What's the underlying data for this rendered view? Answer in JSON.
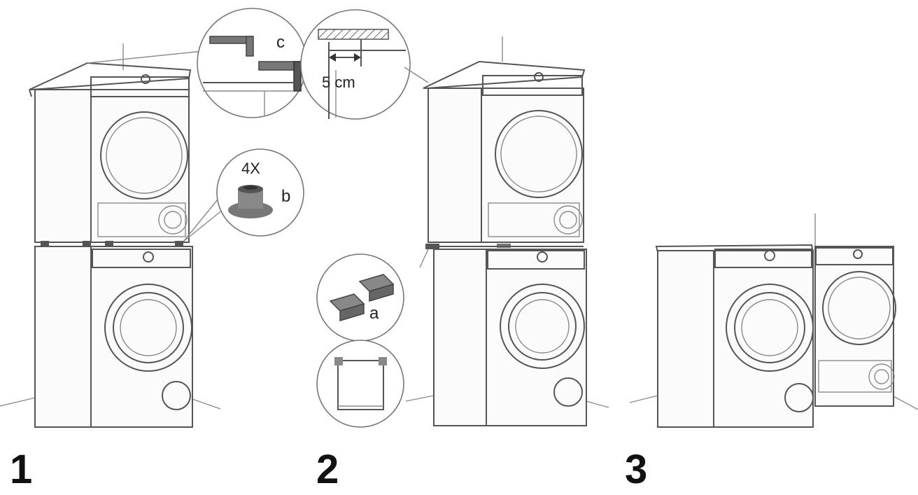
{
  "steps": [
    {
      "number": "1"
    },
    {
      "number": "2"
    },
    {
      "number": "3"
    }
  ],
  "callouts": {
    "bracket_label": "c",
    "distance_label": "5 cm",
    "feet_quantity": "4X",
    "feet_label": "b",
    "clips_label": "a"
  }
}
